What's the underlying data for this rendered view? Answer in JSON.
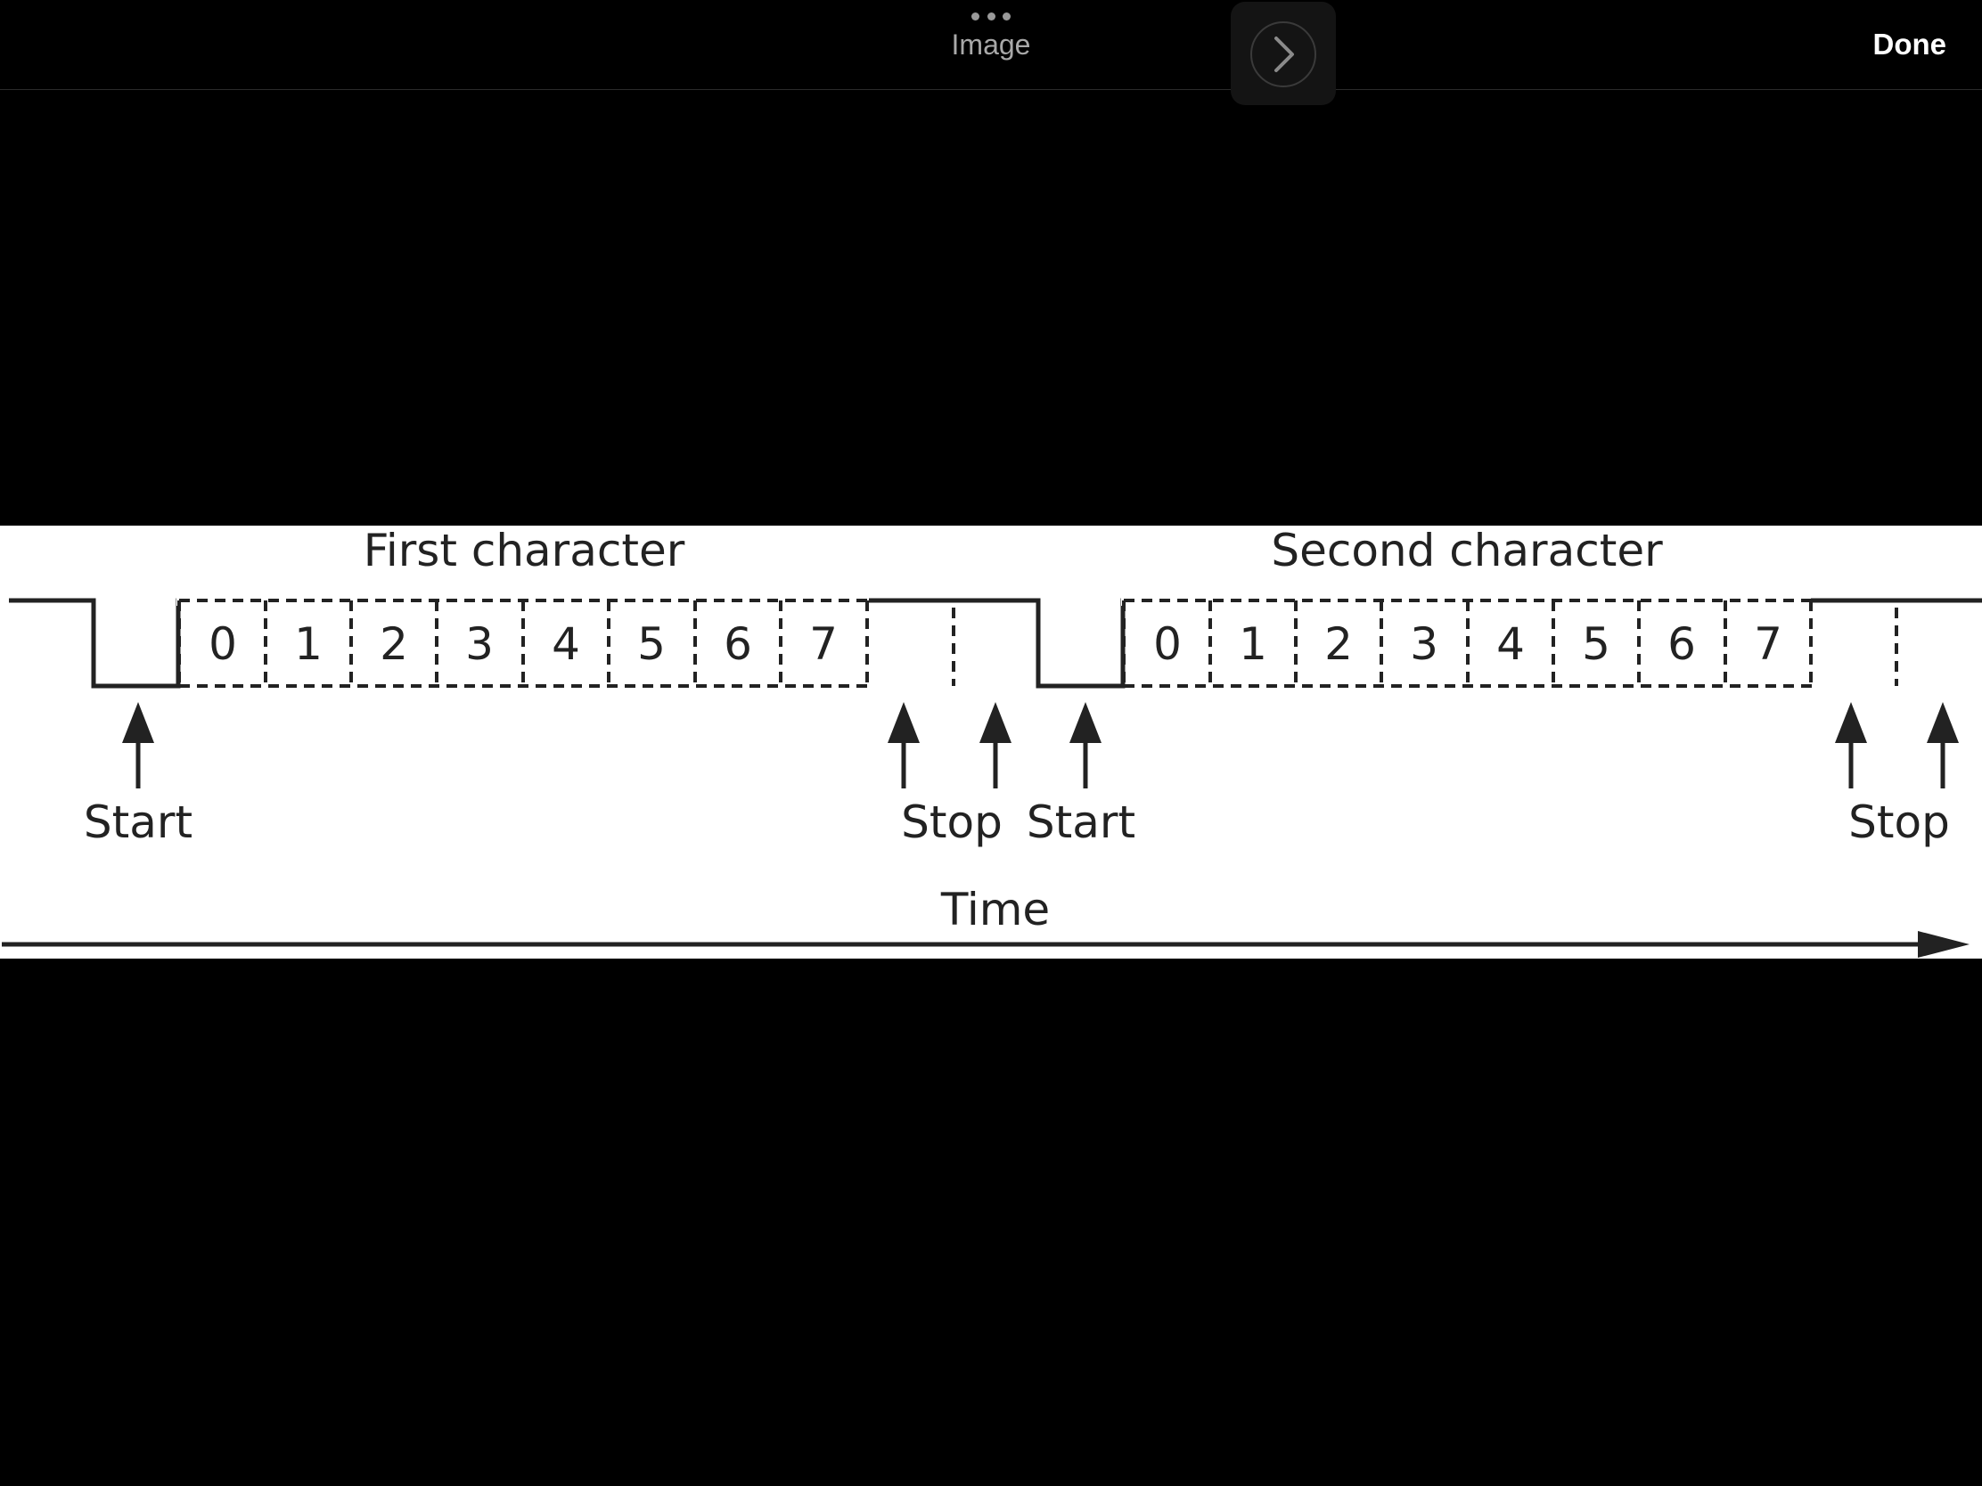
{
  "viewer": {
    "title": "Image",
    "done_label": "Done",
    "more_icon": "ellipsis-icon",
    "forward_icon": "chevron-right-icon"
  },
  "diagram": {
    "characters": [
      {
        "label": "First character",
        "bits": [
          "0",
          "1",
          "2",
          "3",
          "4",
          "5",
          "6",
          "7"
        ]
      },
      {
        "label": "Second character",
        "bits": [
          "0",
          "1",
          "2",
          "3",
          "4",
          "5",
          "6",
          "7"
        ]
      }
    ],
    "start_label": "Start",
    "stop_label": "Stop",
    "time_label": "Time"
  },
  "colors": {
    "background": "#000000",
    "figure": "#ffffff",
    "ink": "#222222",
    "accent_text": "#ffffff",
    "muted_text": "#a8a8a8"
  }
}
